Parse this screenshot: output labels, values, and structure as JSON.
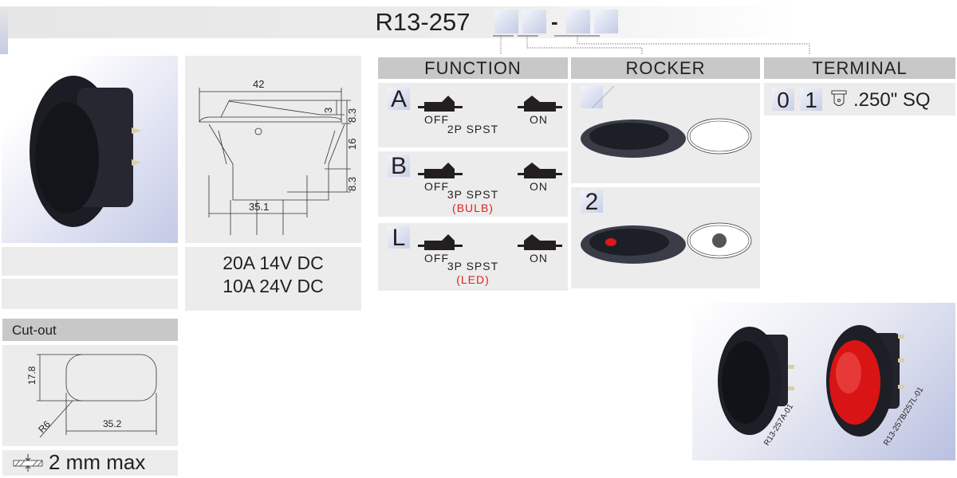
{
  "header": {
    "title": "R13-257",
    "separator": "-"
  },
  "sections": {
    "function": {
      "label": "FUNCTION",
      "options": [
        {
          "code": "A",
          "off": "OFF",
          "on": "ON",
          "type": "2P SPST",
          "note": ""
        },
        {
          "code": "B",
          "off": "OFF",
          "on": "ON",
          "type": "3P SPST",
          "note": "(BULB)"
        },
        {
          "code": "L",
          "off": "OFF",
          "on": "ON",
          "type": "3P SPST",
          "note": "(LED)"
        }
      ]
    },
    "rocker": {
      "label": "ROCKER",
      "options": [
        {
          "code": ""
        },
        {
          "code": "2"
        }
      ]
    },
    "terminal": {
      "label": "TERMINAL",
      "codes": [
        "0",
        "1"
      ],
      "description": ".250\" SQ"
    }
  },
  "dimensions": {
    "width": "42",
    "rocker_height": "3",
    "top_height": "8.3",
    "body_height": "16",
    "pin_length": "8.3",
    "base_width": "35.1"
  },
  "ratings": [
    "20A 14V DC",
    "10A 24V DC"
  ],
  "cutout": {
    "label": "Cut-out",
    "height": "17.8",
    "width": "35.2",
    "radius": "R6",
    "thickness": "2 mm max"
  },
  "photos": {
    "labels": [
      "R13-257A-01",
      "R13-257B/257L-01"
    ]
  },
  "colors": {
    "panel": "#ececec",
    "header": "#c8c8c8",
    "accent_red": "#e0201f",
    "code_box": "#c3cbe6"
  }
}
